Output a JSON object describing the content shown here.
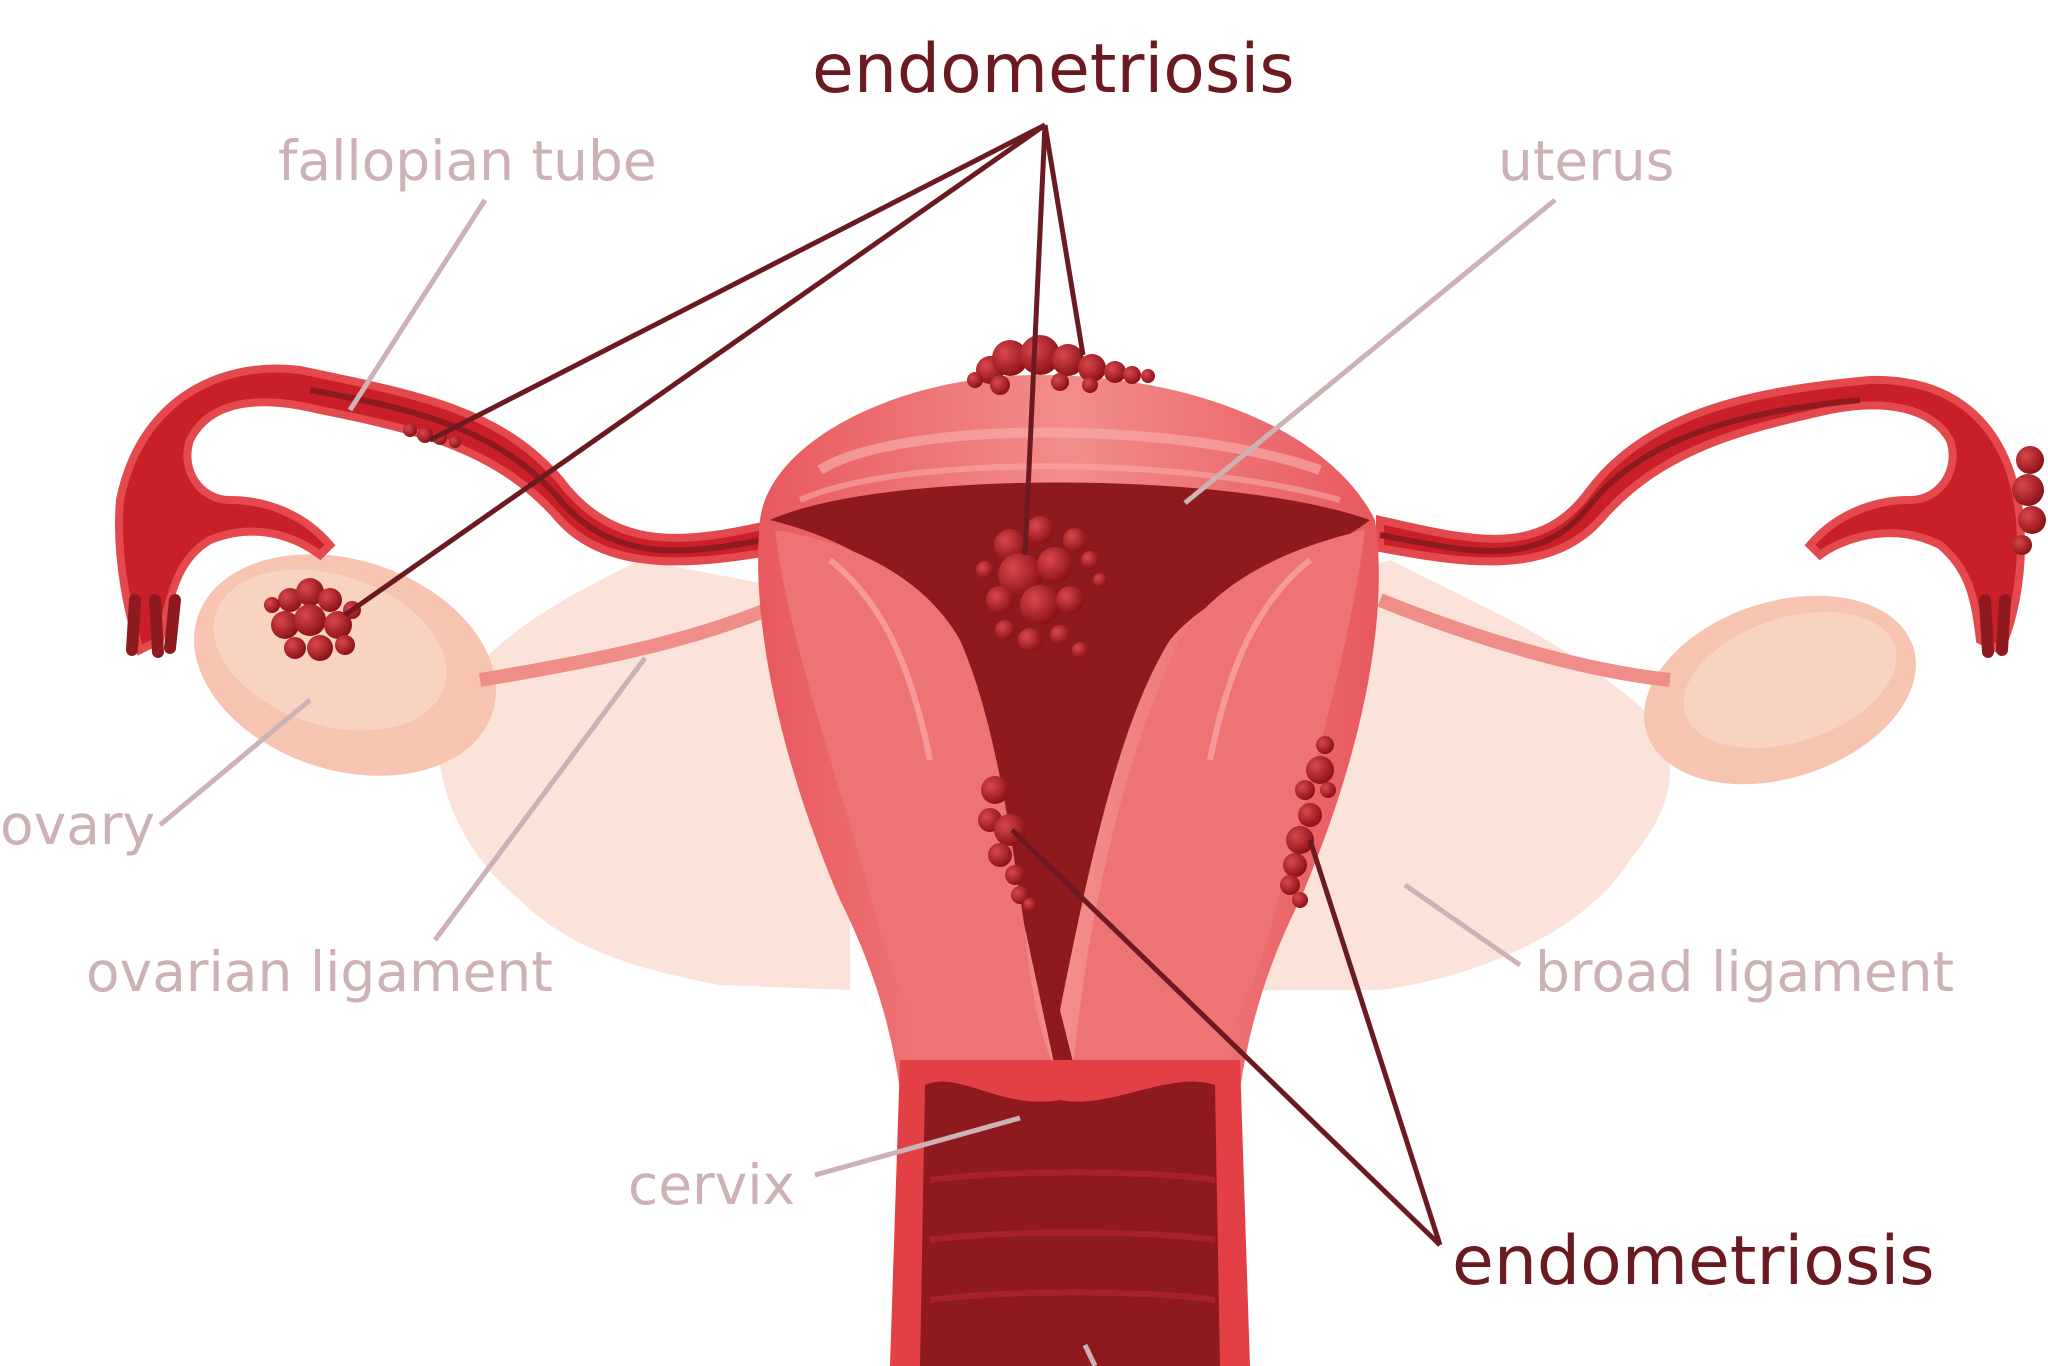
{
  "labels": {
    "endometriosis_top": "endometriosis",
    "endometriosis_bottom": "endometriosis",
    "fallopian_tube": "fallopian tube",
    "uterus": "uterus",
    "ovary": "ovary",
    "ovarian_ligament": "ovarian ligament",
    "broad_ligament": "broad ligament",
    "cervix": "cervix"
  },
  "colors": {
    "background": "#ffffff",
    "label_muted": "#cdb2b5",
    "label_strong": "#6b1a22",
    "leader_muted": "#cdb2b5",
    "leader_strong": "#6b1a22",
    "tissue_outer": "#e44a4d",
    "tissue_dark": "#8e1a20",
    "uterus_wall": "#ea6b6e",
    "uterus_wall_light": "#f49a98",
    "ligament": "#fbe0d6",
    "ovary": "#f6c2ae",
    "lesion": "#a3121a"
  }
}
